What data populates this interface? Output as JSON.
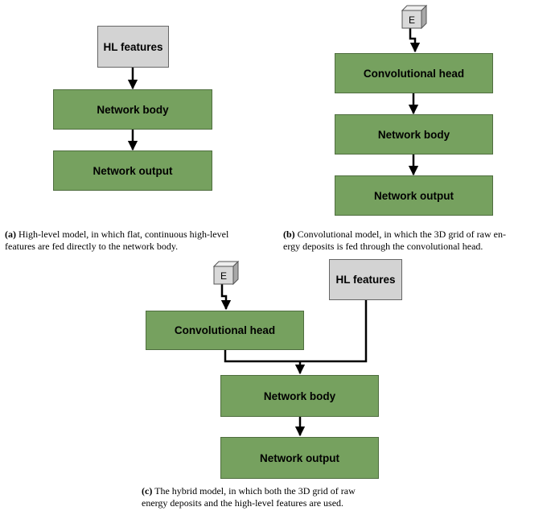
{
  "panel_a": {
    "hl_features": "HL features",
    "network_body": "Network body",
    "network_output": "Network output",
    "caption_label": "(a)",
    "caption_line1": "High-level model, in which flat, continuous high-level",
    "caption_line2": "features are fed directly to the network body."
  },
  "panel_b": {
    "cube_label": "E",
    "conv_head": "Convolutional head",
    "network_body": "Network body",
    "network_output": "Network output",
    "caption_label": "(b)",
    "caption_line1": "Convolutional model, in which the 3D grid of raw en-",
    "caption_line2": "ergy deposits is fed through the convolutional head."
  },
  "panel_c": {
    "cube_label": "E",
    "hl_features": "HL features",
    "conv_head": "Convolutional head",
    "network_body": "Network body",
    "network_output": "Network output",
    "caption_label": "(c)",
    "caption_line1": "The hybrid model, in which both the 3D grid of raw",
    "caption_line2": "energy deposits and the high-level features are used."
  },
  "colors": {
    "green_box": "#76a15f",
    "grey_box": "#d3d3d3",
    "cube_front": "#d9d9d9",
    "line": "#000000"
  }
}
